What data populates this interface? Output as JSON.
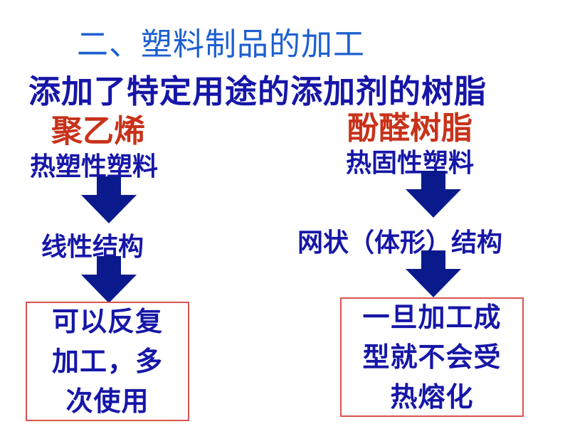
{
  "section_title": "二、塑料制品的加工",
  "subtitle": "添加了特定用途的添加剂的树脂",
  "left": {
    "material": "聚乙烯",
    "plastic_type": "热塑性塑料",
    "structure": "线性结构",
    "property_lines": [
      "可以反复",
      "加工，多",
      "次使用"
    ]
  },
  "right": {
    "material": "酚醛树脂",
    "plastic_type": "热固性塑料",
    "structure": "网状（体形）结构",
    "property_lines": [
      "一旦加工成",
      "型就不会受",
      "热熔化"
    ]
  },
  "colors": {
    "title": "#1e5fd0",
    "text": "#1616a8",
    "material": "#c8321a",
    "arrow": "#0a1a8c",
    "box_border": "#d9534f"
  },
  "icons": [
    "down-arrow-icon"
  ]
}
